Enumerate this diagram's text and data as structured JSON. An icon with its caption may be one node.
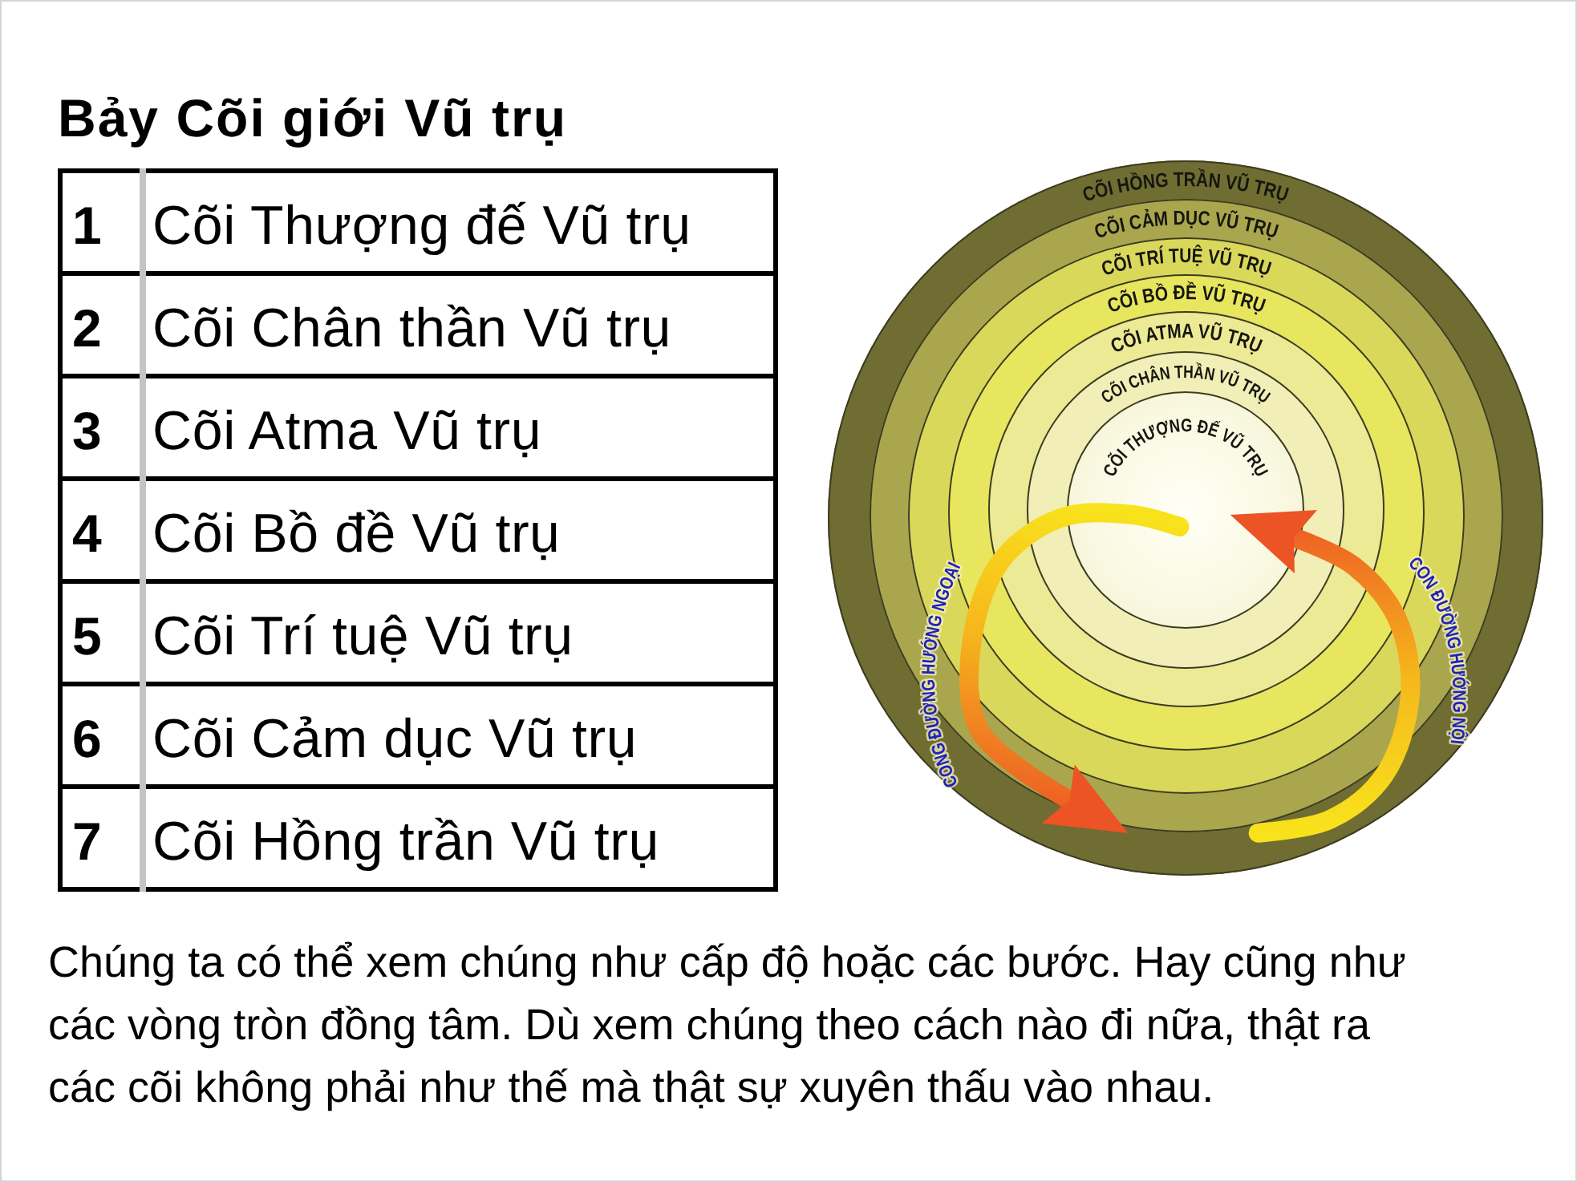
{
  "diagram": {
    "title": "Bảy Cõi giới Vũ trụ",
    "caption": "Chúng ta có thể xem chúng như cấp độ hoặc các bước. Hay cũng như các vòng tròn đồng tâm. Dù xem chúng theo cách nào đi nữa, thật ra các cõi không phải như thế mà thật sự xuyên thấu vào nhau.",
    "nodes": [
      {
        "text": [
          "CÕI HỒNG TRẦN VŨ TRỤ"
        ]
      },
      {
        "text": [
          "CÕI CẢM DỤC VŨ TRỤ"
        ],
        "in": 0
      },
      {
        "text": [
          "CÕI TRÍ TUỆ VŨ TRỤ"
        ],
        "in": 1
      },
      {
        "text": [
          "CÕI BỒ ĐỀ VŨ TRỤ"
        ],
        "in": 2
      },
      {
        "text": [
          "CÕI ATMA VŨ TRỤ"
        ],
        "in": 3
      },
      {
        "text": [
          "CÕI CHÂN THẦN VŨ TRỤ"
        ],
        "in": 4
      },
      {
        "text": [
          "CÕI THƯỢNG ĐẾ VŨ TRỤ"
        ],
        "in": 5
      }
    ],
    "edges": [
      {
        "from": 6,
        "to": 0,
        "arrow": "to",
        "label": "CONG ĐƯỜNG HƯỚNG NGOẠI",
        "style": "thick"
      },
      {
        "from": 0,
        "to": 6,
        "arrow": "to",
        "label": "CON ĐƯỜNG HƯỚNG NỘI",
        "style": "thick"
      }
    ],
    "labels": [
      "1",
      "Cõi Thượng đế Vũ trụ",
      "2",
      "Cõi Chân thần Vũ trụ",
      "3",
      "Cõi Atma Vũ trụ",
      "4",
      "Cõi Bồ đề Vũ trụ",
      "5",
      "Cõi Trí tuệ Vũ trụ",
      "6",
      "Cõi Cảm dục Vũ trụ",
      "7",
      "Cõi Hồng trần Vũ trụ"
    ]
  }
}
